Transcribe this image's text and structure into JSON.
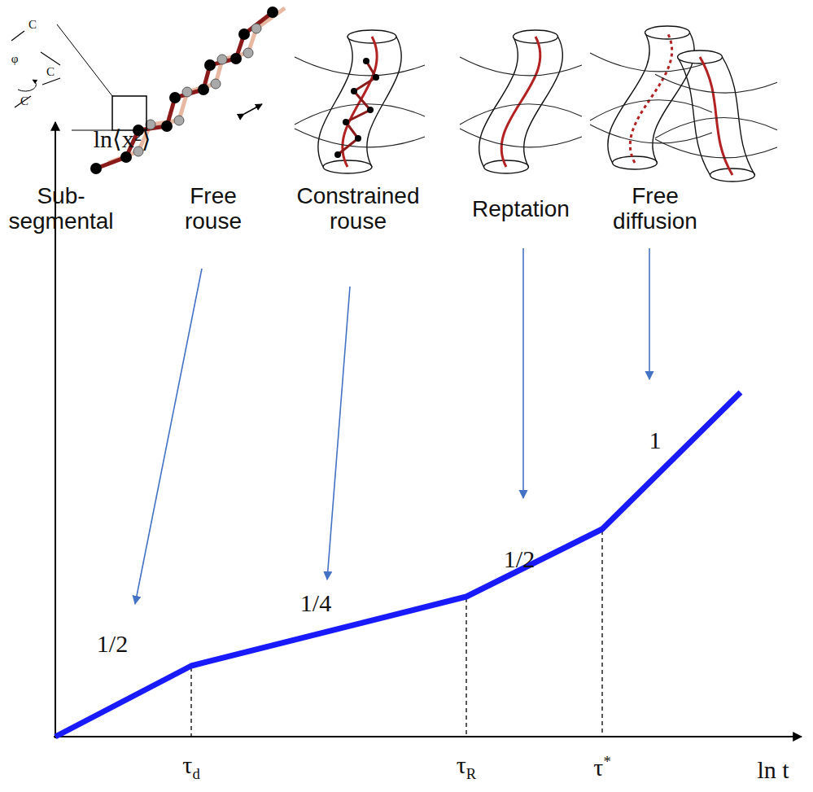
{
  "diagram": {
    "labels": [
      "C",
      "C",
      "C",
      "φ",
      "Sub- segmental",
      "Free rouse",
      "Constrained rouse",
      "Reptation",
      "Free diffusion",
      "ln⟨x²⟩",
      "1/2",
      "1/4",
      "1/2",
      "1",
      "τd",
      "τR",
      "τ*",
      "ln t"
    ]
  }
}
